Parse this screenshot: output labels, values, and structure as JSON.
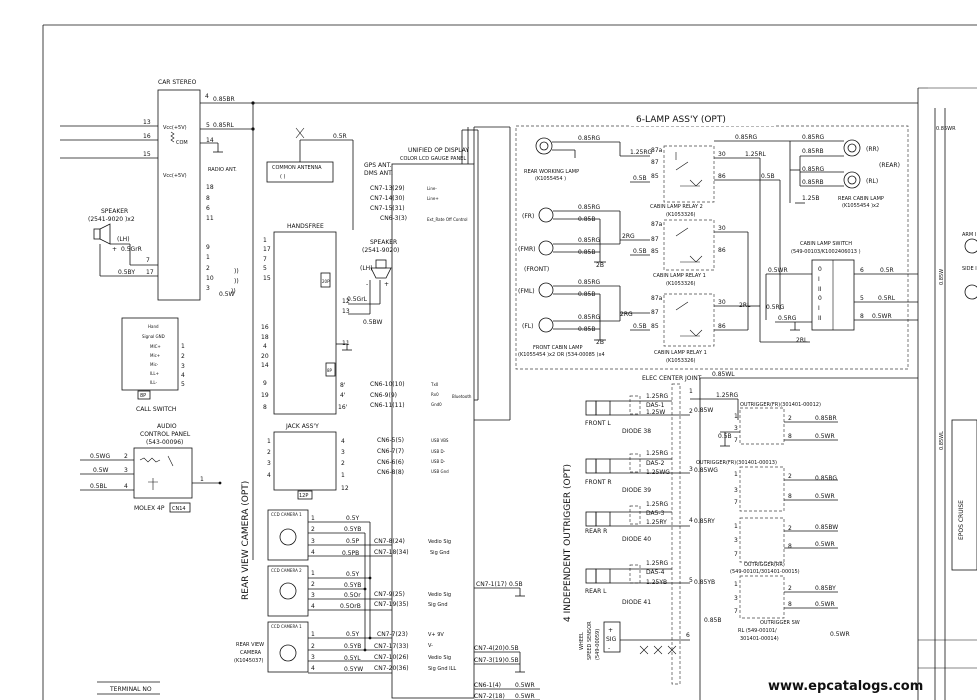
{
  "car_stereo": {
    "title": "CAR STEREO",
    "vcc_hi": "Vcc(+5V)",
    "com": "COM",
    "vcc_lo": "Vcc(+5V)",
    "radio_ant": "RADIO ANT.",
    "pins": [
      "13",
      "16",
      "15",
      "14",
      "18",
      "8",
      "6",
      "11",
      "9",
      "1",
      "2",
      "10",
      "3",
      "7",
      "17"
    ],
    "wire_top": "0.85BR",
    "wire_2": "0.85RL",
    "wire_3": "0.5W",
    "wire_4": "0.5GrR",
    "wire_5": "0.5BY",
    "pin_4": "4",
    "pin_5": "5"
  },
  "speaker_left": {
    "title": "SPEAKER",
    "part": "(2541-9020 )x2",
    "lh": "(LH)"
  },
  "common_antenna": {
    "title": "COMMON ANTENNA",
    "paren": "(          )",
    "wire": "0.5R"
  },
  "gps": {
    "line1": "GPS ANT.",
    "line2": "DMS ANT."
  },
  "unified_display": {
    "title": "UNIFIED OP DISPLAY",
    "subtitle": "COLOR LCD GAUGE PANEL",
    "cn_top": [
      "CN7-13(29)",
      "CN7-14(30)",
      "CN7-15(31)",
      "CN6-3(3)"
    ],
    "sig_top": [
      "Line-",
      "Line+",
      "",
      "Ext_Rate Off Control"
    ],
    "cn_mid": [
      "CN6-10(10)",
      "CN6-9(9)",
      "CN6-11(11)"
    ],
    "sig_mid": [
      "Tx0",
      "Rx0",
      "Gnd0"
    ],
    "bluetooth": "Bluetooth",
    "cn_jack": [
      "CN6-5(5)",
      "CN6-7(7)",
      "CN6-6(6)",
      "CN6-8(8)"
    ],
    "sig_jack": [
      "USB VBS",
      "USB D-",
      "USB D-",
      "USB Gnd"
    ],
    "cn_cam": [
      "CN7-8(24)",
      "CN7-18(34)",
      "CN7-9(25)",
      "CN7-19(35)",
      "CN7-17(33)",
      "CN7-7(23)",
      "CN7-10(26)",
      "CN7-20(36)",
      "CN7-1(17)"
    ],
    "sig_cam": [
      "Vedio Sig",
      "Sig Gnd",
      "Vedio Sig",
      "Sig Gnd",
      "V+ 9V",
      "V-",
      "Vedio Sig",
      "Sig Gnd ILL"
    ],
    "cn_bottom": [
      "CN7-4(20)",
      "CN7-3(19)",
      "CN6-1(4)",
      "CN7-2(18)"
    ],
    "w_bottom": [
      "0.5B",
      "0.5B",
      "0.5WR",
      "0.5WR"
    ],
    "w_cn71": "0.5B"
  },
  "handsfree": {
    "title": "HANDSFREE",
    "pins_l": [
      "1",
      "17",
      "7",
      "5",
      "15",
      "16",
      "18",
      "4",
      "20",
      "14",
      "9",
      "19",
      "8"
    ],
    "pins_r": [
      "12",
      "13",
      "11",
      "8'",
      "4'",
      "16'"
    ],
    "badge": "20P",
    "badge2": "8P",
    "wires": [
      "0.5GrL",
      "0.5BW"
    ]
  },
  "speaker_mid": {
    "title": "SPEAKER",
    "part": "(2541-9020)",
    "lh": "(LH)"
  },
  "call_switch": {
    "title": "CALL SWITCH",
    "badge": "8P",
    "pins": [
      "1",
      "2",
      "3",
      "4",
      "5"
    ],
    "labels": [
      "Hand",
      "Signal GND",
      "MIC+",
      "Mic+",
      "Mic-",
      "ILL+",
      "ILL-"
    ]
  },
  "audio_panel": {
    "title": "AUDIO",
    "title2": "CONTROL PANEL",
    "part": "(543-00096)",
    "pins": [
      "2",
      "3",
      "4"
    ],
    "wires": [
      "0.5WG",
      "0.5W",
      "0.5BL"
    ],
    "connector": "MOLEX 4P",
    "cn": "CN14",
    "pin1": "1"
  },
  "jack_assy": {
    "title": "JACK ASS'Y",
    "pins_l": [
      "1",
      "2",
      "3",
      "4"
    ],
    "pins_r": [
      "4",
      "3",
      "2",
      "1",
      "12"
    ],
    "badge": "12P"
  },
  "cameras": {
    "side_label": "REAR VIEW CAMERA (OPT)",
    "cam_labels": [
      "CCD CAMERA 1",
      "CCD CAMERA 2",
      "CCD CAMERA 1"
    ],
    "wires_1": [
      "0.5Y",
      "0.5YB",
      "0.5P",
      "0.5PB"
    ],
    "wires_2": [
      "0.5Y",
      "0.5YB",
      "0.5Or",
      "0.5OrB"
    ],
    "wires_3": [
      "0.5Y",
      "0.5YB",
      "0.5YL",
      "0.5YW"
    ],
    "pins": [
      "1",
      "2",
      "3",
      "4"
    ],
    "cam3_label": "REAR VIEW",
    "cam3_label2": "CAMERA",
    "cam3_part": "(K1045037)"
  },
  "terminal_no": "TERMINAL NO",
  "lamp_assy": {
    "title": "6-LAMP ASS'Y (OPT)",
    "rear_working": "REAR WORKING LAMP",
    "rear_working_part": "(K1055454 )",
    "rr": "(RR)",
    "rear": "(REAR)",
    "rl": "(RL)",
    "rear_cabin": "REAR CABIN LAMP",
    "rear_cabin_part": "(K1055454 )x2",
    "fr": "(FR)",
    "fmr": "(FMR)",
    "front": "(FRONT)",
    "fml": "(FML)",
    "fl": "(FL)",
    "front_cabin": "FRONT CABIN LAMP",
    "front_cabin_part": "(K1055454 )x2 OR (534-00085 )x4",
    "relay2": "CABIN LAMP RELAY 2",
    "relay2_part": "(K1053326)",
    "relay1a": "CABIN LAMP RELAY 1",
    "relay1a_part": "(K1053326)",
    "relay1b": "CABIN LAMP RELAY 1",
    "relay1b_part": "(K1053326)",
    "cabin_switch": "CABIN LAMP SWITCH",
    "cabin_switch_part": "(549-00103/K1002406013 )",
    "wires": [
      "0.85RG",
      "0.85RG",
      "1.25RG",
      "0.85RG",
      "0.85RB",
      "0.85RB",
      "1.25RL",
      "1.25B",
      "0.5B",
      "0.85RG",
      "0.85B",
      "0.85RG",
      "0.85B",
      "2RG",
      "0.5B",
      "2B",
      "0.85RG",
      "0.85B",
      "0.85RG",
      "0.85B",
      "2RG",
      "2RL",
      "0.5RG",
      "0.5WR",
      "0.5R",
      "0.5RL",
      "0.5WR",
      "0.5B",
      "0.5RG",
      "2B",
      "0.5B",
      "2RL",
      "0.5WR"
    ],
    "relay_pins": [
      "87a",
      "87",
      "85",
      "30",
      "86"
    ],
    "switch_pins": [
      "6",
      "5",
      "8"
    ],
    "switch_marks": [
      "0",
      "I",
      "II"
    ]
  },
  "outrigger": {
    "side_label": "4 INDEPENDENT OUTRIGGER (OPT)",
    "elec_joint": "ELEC CENTER JOINT",
    "joint_wire": "0.85WL",
    "front_l": "FRONT L",
    "front_r": "FRONT R",
    "rear_r": "REAR R",
    "rear_l": "REAR L",
    "diodes": [
      "DIODE 38",
      "DIODE 39",
      "DIODE 40",
      "DIODE 41"
    ],
    "da": [
      "DA5-1",
      "DA5-2",
      "DA5-3",
      "DA5-4"
    ],
    "sw": [
      "OUTRIGGER(FR)(301401-00012)",
      "OUTRIGGER(FR)(301401-00013)",
      "OUTRIGGER(RR)",
      "OUTRIGGER SW"
    ],
    "sw_part3": "(549-00101/301401-00015)",
    "sw_part4": "RL (549-00101/",
    "sw_part4b": "301401-00014)",
    "w_in": [
      "1.25RG",
      "1.25W",
      "1.25RG",
      "1.25WG",
      "1.25RG",
      "1.25RY",
      "1.25RG",
      "1.25YB"
    ],
    "w_mid": [
      "0.85W",
      "0.85WG",
      "0.85RY",
      "0.85YB"
    ],
    "w_out": [
      "0.85BR",
      "0.5WR",
      "0.85BG",
      "0.5WR",
      "0.85BW",
      "0.5WR",
      "0.85BY",
      "0.5WR"
    ],
    "w_gnd": "0.5B",
    "w_58b": "0.5B",
    "w_85b": "0.85B",
    "pins_sw": [
      "1",
      "3",
      "7",
      "2",
      "8"
    ],
    "pin_nums": [
      "1",
      "2",
      "3",
      "4",
      "5",
      "6"
    ],
    "wheel": "WHEEL",
    "speed": "SPEED SENSOR",
    "sensor_part": "(549-00059)",
    "sig": "SIG",
    "w_right": "0.5WR",
    "w_1_25rg": "1.25RG"
  },
  "right_edge": {
    "w1": "0.85WR",
    "w2": "0.85WL",
    "w3": "0.85W",
    "arm": "ARM I",
    "side": "SIDE I",
    "epos": "EPOS CRUISE",
    "w4": "0.85WL"
  },
  "watermark": "www.epcatalogs.com"
}
